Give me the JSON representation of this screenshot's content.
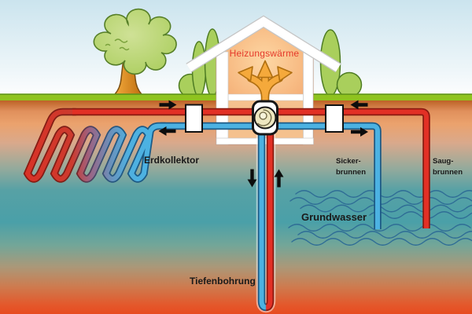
{
  "diagram": {
    "labels": {
      "heizungswaerme": "Heizungswärme",
      "erdkollektor": "Erdkollektor",
      "tiefenbohrung": "Tiefenbohrung",
      "sickerbrunnen_line1": "Sicker-",
      "sickerbrunnen_line2": "brunnen",
      "saugbrunnen_line1": "Saug-",
      "saugbrunnen_line2": "brunnen",
      "grundwasser": "Grundwasser"
    },
    "colors": {
      "warm_pipe": "#e23025",
      "cold_pipe": "#4cb2e2",
      "heating_arrow": "#f5a93b",
      "heizungswaerme_label": "#e5392a",
      "label_text": "#1a1a1a",
      "flow_arrow": "#0d0d0d",
      "grass": "#8fc31f",
      "sky_top": "#cbe4ee",
      "soil_top": "#c76c2c",
      "groundwater": "#4aa0a8",
      "soil_bottom": "#e75124",
      "house_white": "#ffffff"
    }
  }
}
